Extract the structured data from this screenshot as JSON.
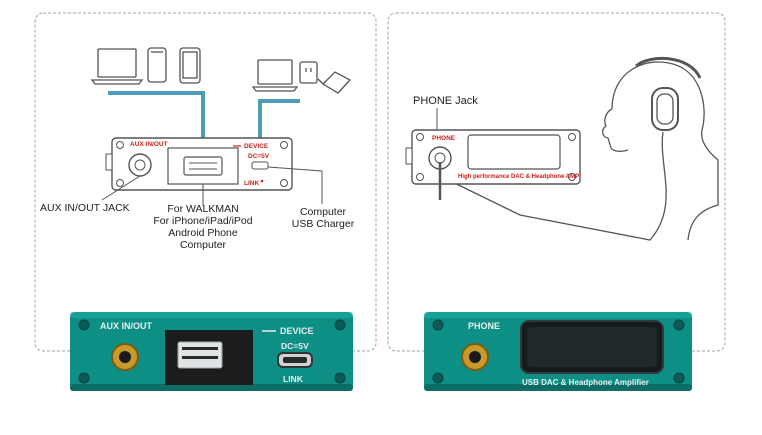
{
  "left_diagram": {
    "jack_label_aux": "AUX IN/OUT",
    "device_label": "DEVICE",
    "dc_label": "DC=5V",
    "link_label": "LINK",
    "callout_aux": "AUX IN/OUT JACK",
    "callout_walkman": [
      "For WALKMAN",
      "For iPhone/iPad/iPod",
      "Android Phone",
      "Computer"
    ],
    "callout_computer": [
      "Computer",
      "USB Charger"
    ]
  },
  "right_diagram": {
    "phone_jack_label": "PHONE Jack",
    "jack_label": "PHONE",
    "amp_label": "High performance DAC & Headphone AMP"
  },
  "photo_left": {
    "aux_label": "AUX IN/OUT",
    "device_label": "DEVICE",
    "dc_label": "DC=5V",
    "link_label": "LINK"
  },
  "photo_right": {
    "phone_label": "PHONE",
    "amp_label": "USB  DAC & Headphone Amplifier"
  },
  "colors": {
    "teal": "#0e8f86",
    "teal_dark": "#0a6c65",
    "cable": "#4a9db3",
    "red_text": "#d0201c",
    "outline": "#555555"
  }
}
